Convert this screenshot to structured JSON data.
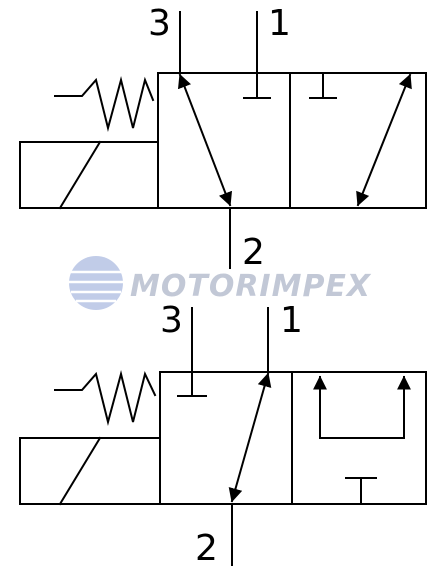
{
  "top_valve": {
    "port_3": "3",
    "port_1": "1",
    "port_2": "2"
  },
  "bottom_valve": {
    "port_3": "3",
    "port_1": "1",
    "port_2": "2"
  },
  "watermark": {
    "text": "MOTORIMPEX",
    "color": "#c2c8d6",
    "globe_color": "#8ea3d6"
  }
}
